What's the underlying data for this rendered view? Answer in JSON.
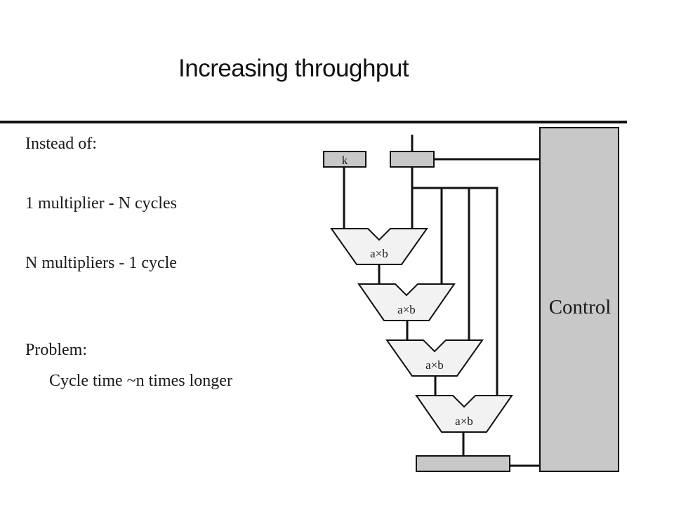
{
  "slide": {
    "title": "Increasing throughput"
  },
  "bullets": [
    "Instead of:",
    "1 multiplier - N cycles",
    "N multipliers - 1 cycle",
    "Problem:",
    "Cycle time ~n times longer"
  ],
  "diagram": {
    "register_k_label": "k",
    "multiplier_labels": [
      "a×b",
      "a×b",
      "a×b",
      "a×b"
    ],
    "control_label": "Control"
  },
  "colors": {
    "block_fill": "#c8c8c8",
    "multiplier_fill": "#f2f2f2",
    "line": "#111111"
  }
}
